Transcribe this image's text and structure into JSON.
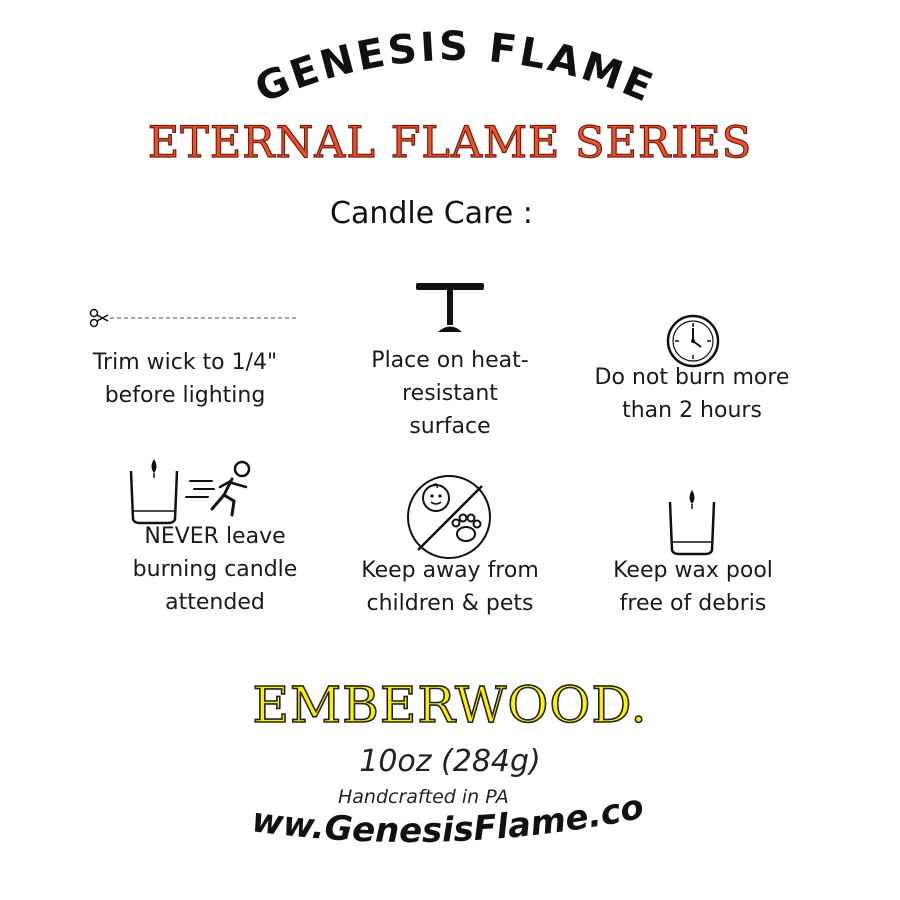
{
  "brand": "GENESIS FLAME",
  "series": "ETERNAL FLAME SERIES",
  "care_title": "Candle Care :",
  "care_items": [
    {
      "label": "Trim wick to 1/4\"\nbefore lighting",
      "icon": "scissors-cut-line-icon"
    },
    {
      "label": "Place on heat-\nresistant\nsurface",
      "icon": "table-icon"
    },
    {
      "label": "Do not burn more\nthan 2 hours",
      "icon": "clock-icon"
    },
    {
      "label": "NEVER leave\nburning candle\nattended",
      "icon": "candle-running-person-icon"
    },
    {
      "label": "Keep away from\nchildren & pets",
      "icon": "no-children-pets-icon"
    },
    {
      "label": "Keep wax pool\nfree of debris",
      "icon": "candle-jar-icon"
    }
  ],
  "product_name": "EMBERWOOD.",
  "weight": "10oz (284g)",
  "origin": "Handcrafted in PA",
  "website": "www.GenesisFlame.com",
  "colors": {
    "series": "#e8532d",
    "product": "#fff000",
    "text": "#1a1a1a"
  }
}
